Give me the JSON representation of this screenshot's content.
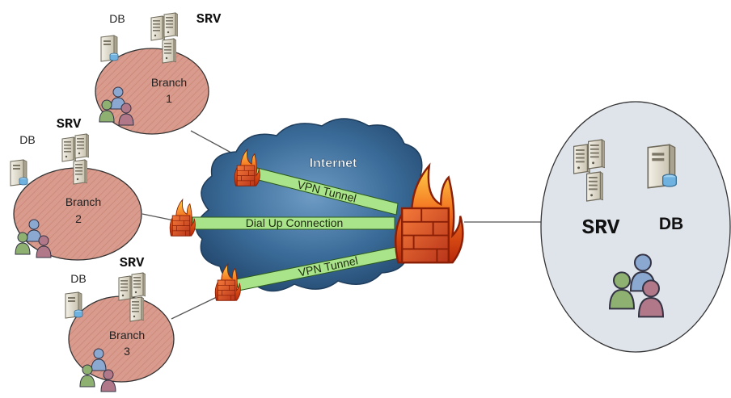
{
  "internet": {
    "label": "Internet"
  },
  "links": {
    "top": "VPN Tunnel",
    "middle": "Dial Up Connection",
    "bottom": "VPN Tunnel"
  },
  "branches": [
    {
      "name": "Branch",
      "number": "1",
      "db_label": "DB",
      "srv_label": "SRV"
    },
    {
      "name": "Branch",
      "number": "2",
      "db_label": "DB",
      "srv_label": "SRV"
    },
    {
      "name": "Branch",
      "number": "3",
      "db_label": "DB",
      "srv_label": "SRV"
    }
  ],
  "headquarters": {
    "srv_label": "SRV",
    "db_label": "DB"
  },
  "colors": {
    "branch_fill": "#d89a8c",
    "hq_fill": "#dfe3ea",
    "cloud_fill": "#3f6f9c",
    "tunnel": "#a9e38a",
    "firewall": "#e0501c"
  }
}
